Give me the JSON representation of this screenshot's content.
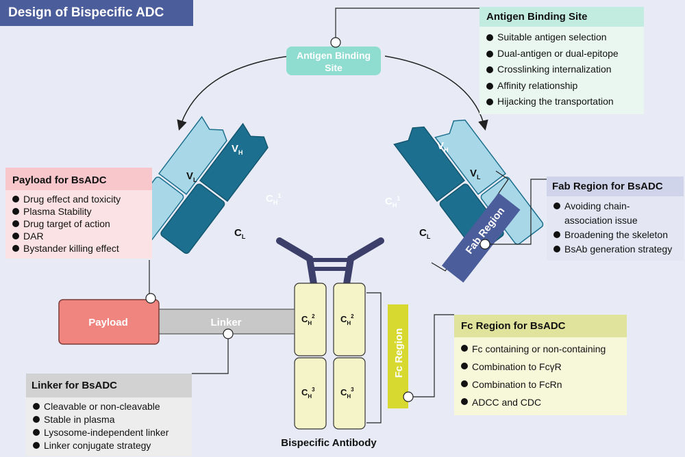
{
  "title": "Design of Bispecific ADC",
  "antigen_binding_label": [
    "Antigen Binding",
    "Site"
  ],
  "antigen_box": {
    "header": "Antigen Binding Site",
    "items": [
      "Suitable antigen selection",
      "Dual-antigen or dual-epitope",
      "Crosslinking internalization",
      "Affinity relationship",
      "Hijacking the transportation"
    ]
  },
  "payload_box": {
    "header": "Payload for BsADC",
    "items": [
      "Drug effect and toxicity",
      "Plasma Stability",
      "Drug target of action",
      "DAR",
      "Bystander killing effect"
    ]
  },
  "fab_box": {
    "header": "Fab Region for BsADC",
    "items": [
      "Avoiding chain-association issue",
      "Broadening the skeleton",
      "BsAb generation strategy"
    ]
  },
  "fc_box": {
    "header": "Fc Region for BsADC",
    "items": [
      "Fc containing or non-containing",
      "Combination to FcγR",
      "Combination to FcRn",
      "ADCC and CDC"
    ]
  },
  "linker_box": {
    "header": "Linker for BsADC",
    "items": [
      "Cleavable or non-cleavable",
      "Stable in plasma",
      "Lysosome-independent linker",
      "Linker conjugate strategy"
    ]
  },
  "labels": {
    "payload": "Payload",
    "linker": "Linker",
    "fab_region": "Fab Region",
    "fc_region": "Fc Region",
    "bispecific_antibody": "Bispecific Antibody"
  },
  "domains": {
    "vh": {
      "main": "V",
      "sub": "H"
    },
    "vl": {
      "main": "V",
      "sub": "L"
    },
    "ch1": {
      "main": "C",
      "sub": "H",
      "sup": "1"
    },
    "cl": {
      "main": "C",
      "sub": "L"
    },
    "ch2": {
      "main": "C",
      "sub": "H",
      "sup": "2"
    },
    "ch3": {
      "main": "C",
      "sub": "H",
      "sup": "3"
    }
  },
  "colors": {
    "title_bg": "#4b5d9a",
    "heavy_dark": "#1c6f8e",
    "light_chain": "#a8d8e8",
    "hinge": "#3c3f6a",
    "fc_domain": "#f5f3c8",
    "payload": "#f0847f",
    "linker": "#c8c8c8",
    "fab_label": "#4b5d9a",
    "fc_label": "#d8d930",
    "antigen_pill": "#8fdcd0"
  }
}
